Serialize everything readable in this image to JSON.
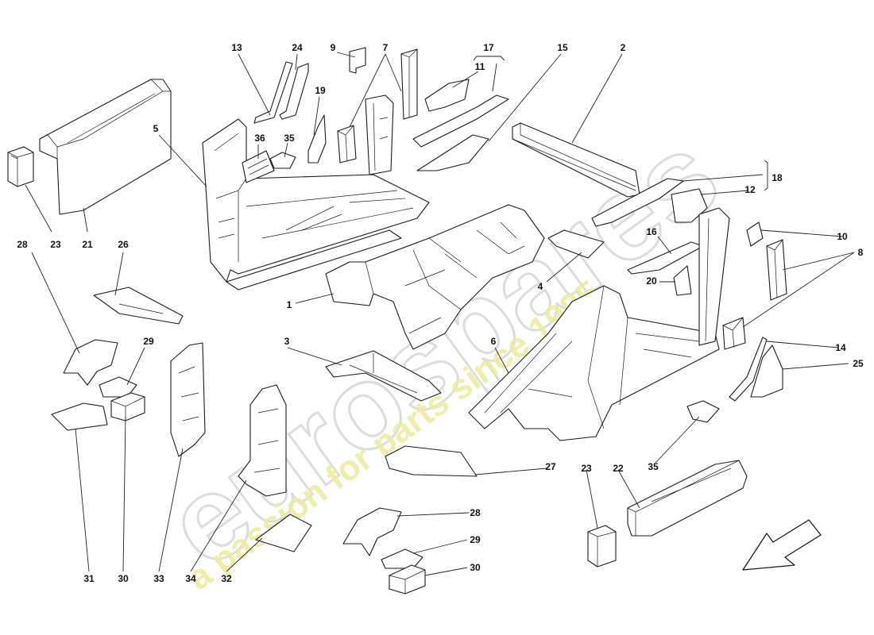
{
  "watermark": {
    "brand": "eurospares",
    "tagline": "a passion for parts since 1985"
  },
  "callouts": [
    {
      "id": "c13",
      "label": "13"
    },
    {
      "id": "c24",
      "label": "24"
    },
    {
      "id": "c9",
      "label": "9"
    },
    {
      "id": "c7",
      "label": "7"
    },
    {
      "id": "c17",
      "label": "17"
    },
    {
      "id": "c11",
      "label": "11"
    },
    {
      "id": "c15",
      "label": "15"
    },
    {
      "id": "c2",
      "label": "2"
    },
    {
      "id": "c19",
      "label": "19"
    },
    {
      "id": "c36",
      "label": "36"
    },
    {
      "id": "c35a",
      "label": "35"
    },
    {
      "id": "c5",
      "label": "5"
    },
    {
      "id": "c18",
      "label": "18"
    },
    {
      "id": "c12",
      "label": "12"
    },
    {
      "id": "c23a",
      "label": "23"
    },
    {
      "id": "c21",
      "label": "21"
    },
    {
      "id": "c28a",
      "label": "28"
    },
    {
      "id": "c26",
      "label": "26"
    },
    {
      "id": "c10",
      "label": "10"
    },
    {
      "id": "c16",
      "label": "16"
    },
    {
      "id": "c8",
      "label": "8"
    },
    {
      "id": "c20",
      "label": "20"
    },
    {
      "id": "c4",
      "label": "4"
    },
    {
      "id": "c1",
      "label": "1"
    },
    {
      "id": "c3",
      "label": "3"
    },
    {
      "id": "c6",
      "label": "6"
    },
    {
      "id": "c29a",
      "label": "29"
    },
    {
      "id": "c14",
      "label": "14"
    },
    {
      "id": "c25",
      "label": "25"
    },
    {
      "id": "c35b",
      "label": "35"
    },
    {
      "id": "c27",
      "label": "27"
    },
    {
      "id": "c28b",
      "label": "28"
    },
    {
      "id": "c29b",
      "label": "29"
    },
    {
      "id": "c30a",
      "label": "30"
    },
    {
      "id": "c23b",
      "label": "23"
    },
    {
      "id": "c22",
      "label": "22"
    },
    {
      "id": "c31",
      "label": "31"
    },
    {
      "id": "c30b",
      "label": "30"
    },
    {
      "id": "c33",
      "label": "33"
    },
    {
      "id": "c34",
      "label": "34"
    },
    {
      "id": "c32",
      "label": "32"
    }
  ],
  "colors": {
    "line": "#1a1a1a",
    "watermark_grey": "#dcdcdc",
    "watermark_yellow": "#ecec9a"
  }
}
